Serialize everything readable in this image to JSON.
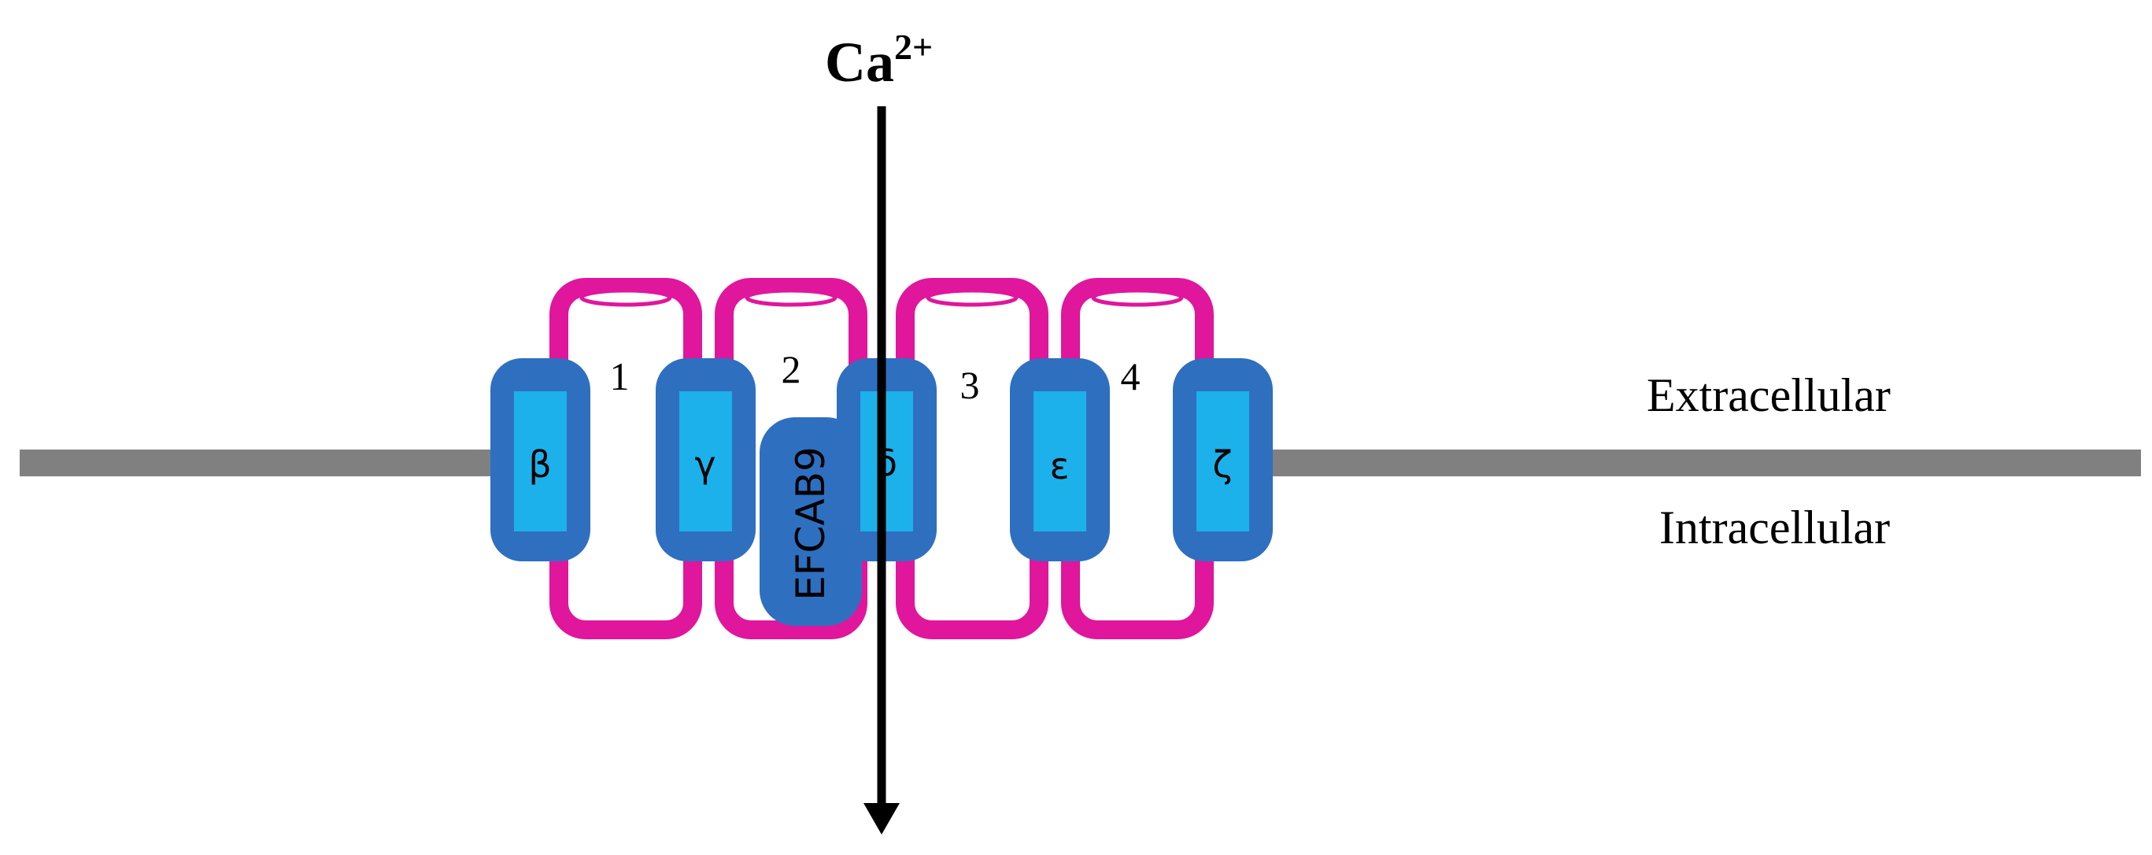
{
  "ion": {
    "symbol": "Ca",
    "charge": "2+"
  },
  "regions": {
    "extracellular": "Extracellular",
    "intracellular": "Intracellular"
  },
  "pore_loops": {
    "loop_1": "1",
    "loop_2": "2",
    "loop_3": "3",
    "loop_4": "4"
  },
  "subunits": {
    "beta": "β",
    "gamma": "γ",
    "delta": "δ",
    "epsilon": "ε",
    "zeta": "ζ",
    "efcab9": "EFCAB9"
  },
  "colors": {
    "pore_loop": "#E0169C",
    "subunit_outer": "#2F6FC0",
    "subunit_inner": "#1CB1EA",
    "membrane": "#808080",
    "arrow": "#000000"
  }
}
